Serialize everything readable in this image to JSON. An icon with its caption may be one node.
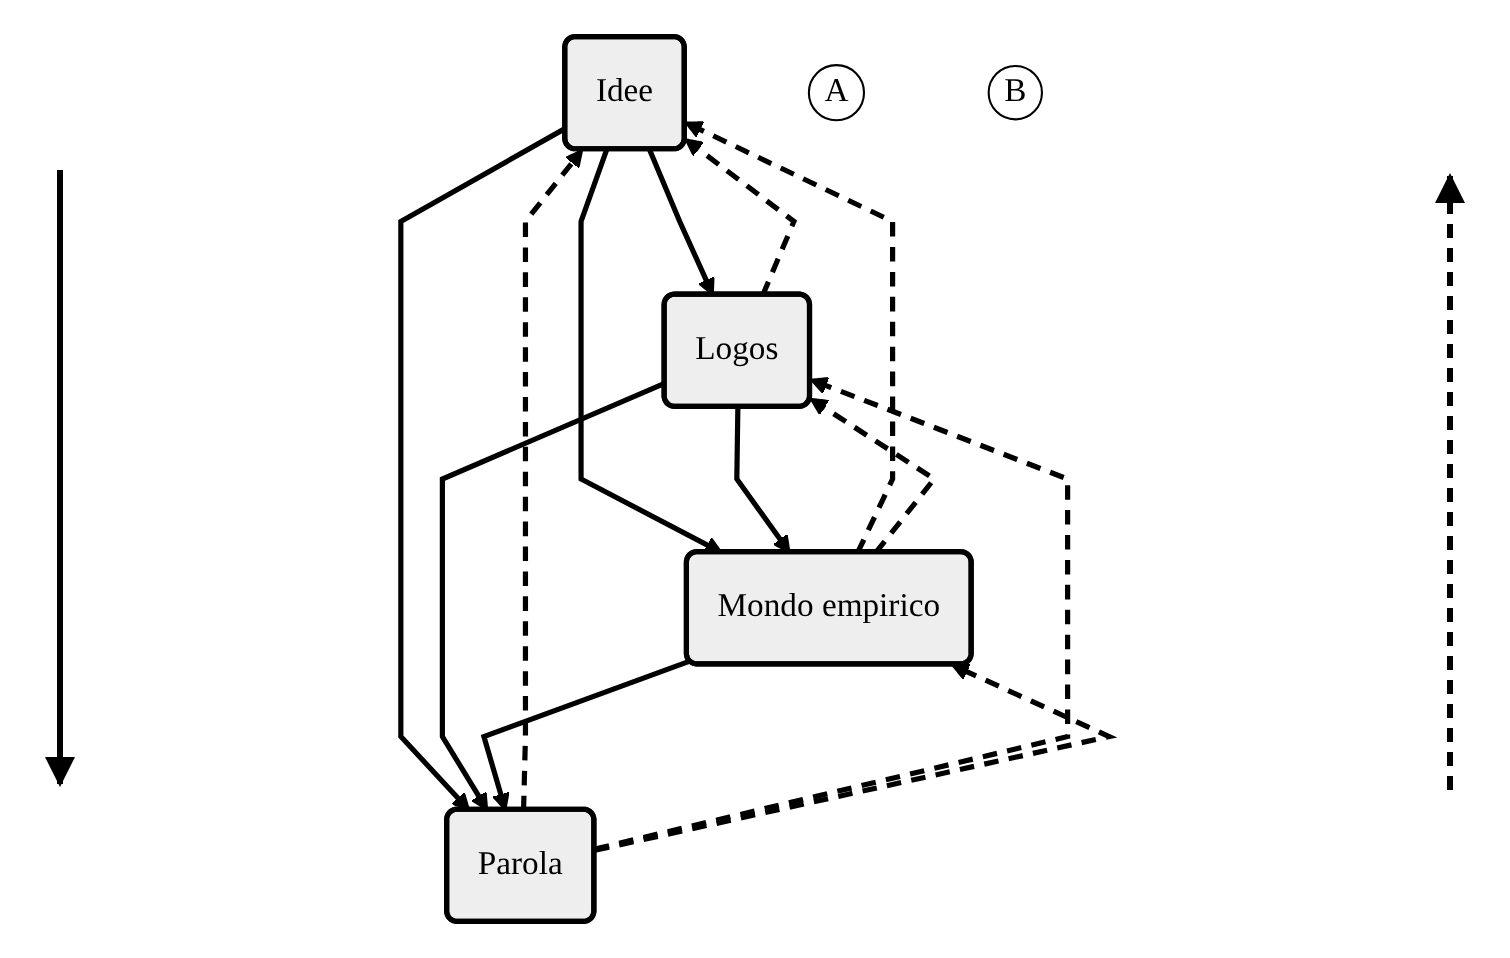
{
  "diagram": {
    "nodes": [
      {
        "text": [
          "Idee"
        ]
      },
      {
        "text": [
          "A"
        ]
      },
      {
        "text": [
          "Logos"
        ]
      },
      {
        "text": [
          "Mondo empirico"
        ]
      },
      {
        "text": [
          "B"
        ]
      },
      {
        "text": [
          "Parola"
        ]
      }
    ],
    "edges": [
      {
        "from": 0,
        "to": 2,
        "arrow": "to"
      },
      {
        "from": 2,
        "to": 0,
        "arrow": "to",
        "style": "dashed"
      },
      {
        "from": 0,
        "to": 3,
        "arrow": "to"
      },
      {
        "from": 3,
        "to": 0,
        "arrow": "to",
        "style": "dashed"
      },
      {
        "from": 0,
        "to": 5,
        "arrow": "to"
      },
      {
        "from": 5,
        "to": 0,
        "arrow": "to",
        "style": "dashed"
      },
      {
        "from": 2,
        "to": 3,
        "arrow": "to"
      },
      {
        "from": 3,
        "to": 2,
        "arrow": "to",
        "style": "dashed"
      },
      {
        "from": 2,
        "to": 5,
        "arrow": "to"
      },
      {
        "from": 5,
        "to": 2,
        "arrow": "to",
        "style": "dashed"
      },
      {
        "from": 3,
        "to": 5,
        "arrow": "to"
      },
      {
        "from": 5,
        "to": 3,
        "arrow": "to",
        "style": "dashed"
      }
    ]
  }
}
